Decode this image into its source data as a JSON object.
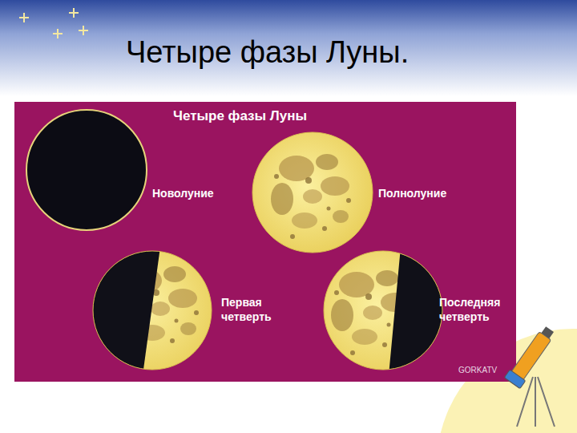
{
  "diagram": {
    "title": "Четыре фазы Луны.",
    "labels": [
      "Четыре фазы Луны",
      "Новолуние",
      "Полнолуние",
      "Первая четверть",
      "Последняя четверть",
      "GORKATV"
    ]
  }
}
